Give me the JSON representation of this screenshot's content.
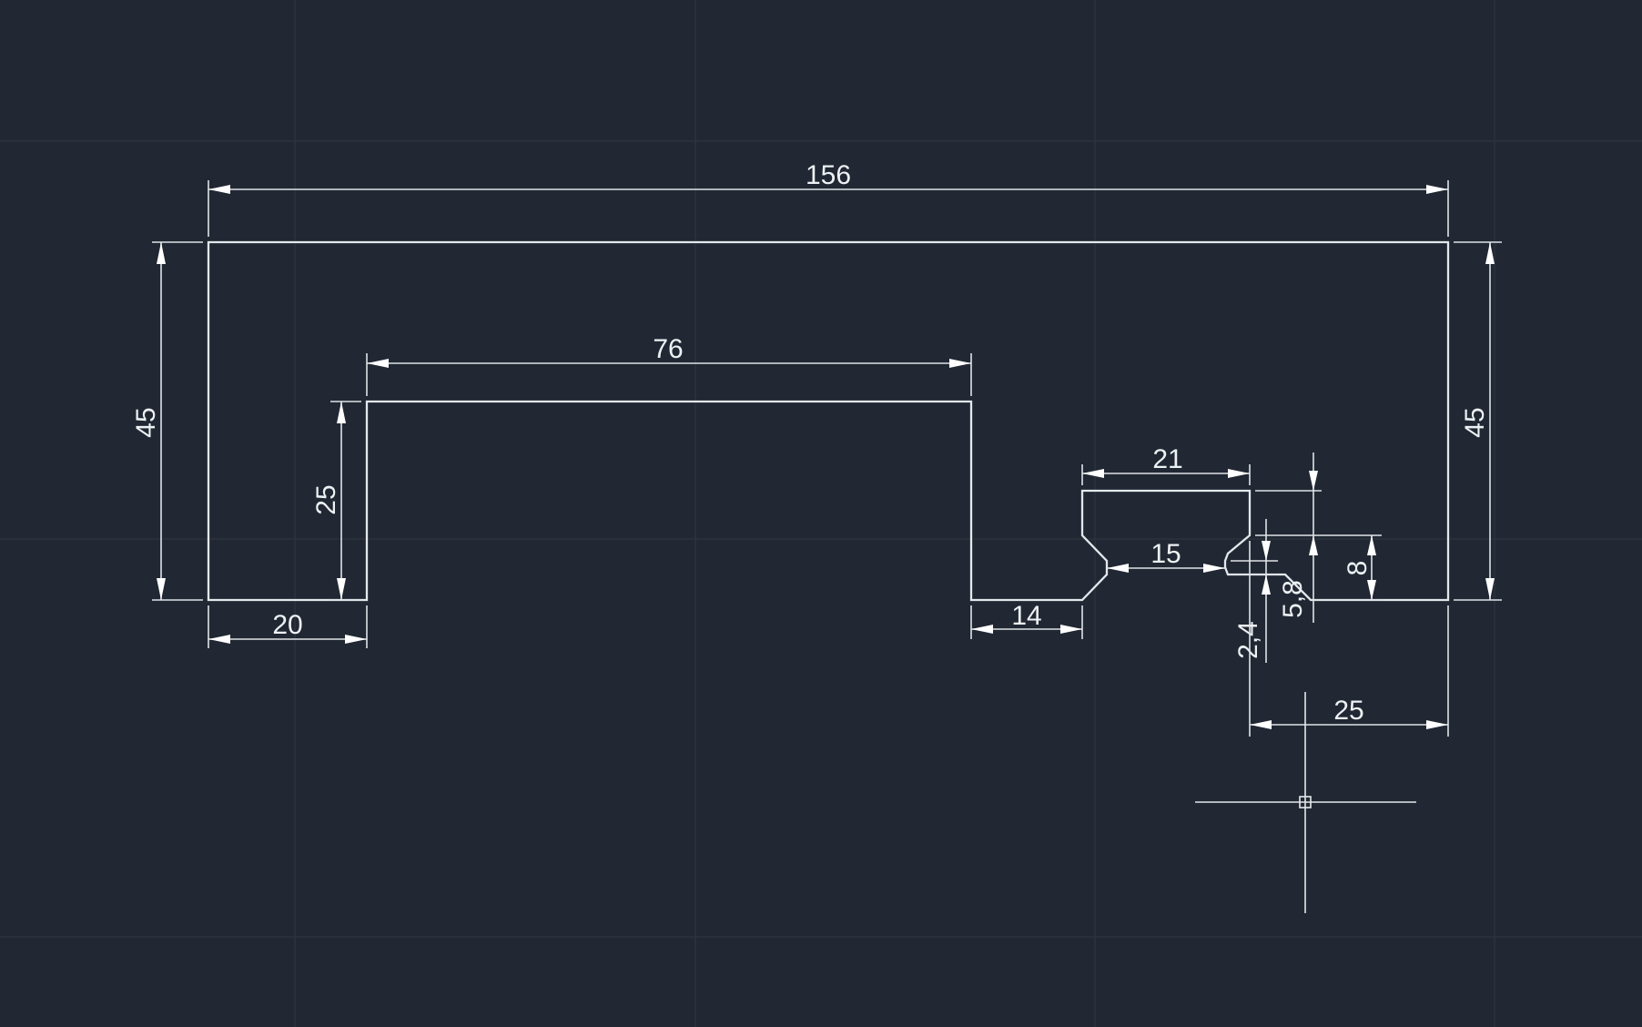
{
  "colors": {
    "background": "#212833",
    "grid": "#2c343f",
    "geometry": "#e4e8ec",
    "dimension": "#dfe3e8"
  },
  "dimensions": {
    "overall_width": "156",
    "left_height": "45",
    "right_height": "45",
    "slot_width": "76",
    "slot_depth": "25",
    "left_leg_width": "20",
    "tab_width": "14",
    "notch_width": "21",
    "notch_throat": "15",
    "notch_height": "8",
    "notch_lower": "5,8",
    "notch_chamfer": "2,4",
    "right_leg_width": "25"
  },
  "icons": {
    "crosshair": "crosshair-cursor-icon"
  }
}
